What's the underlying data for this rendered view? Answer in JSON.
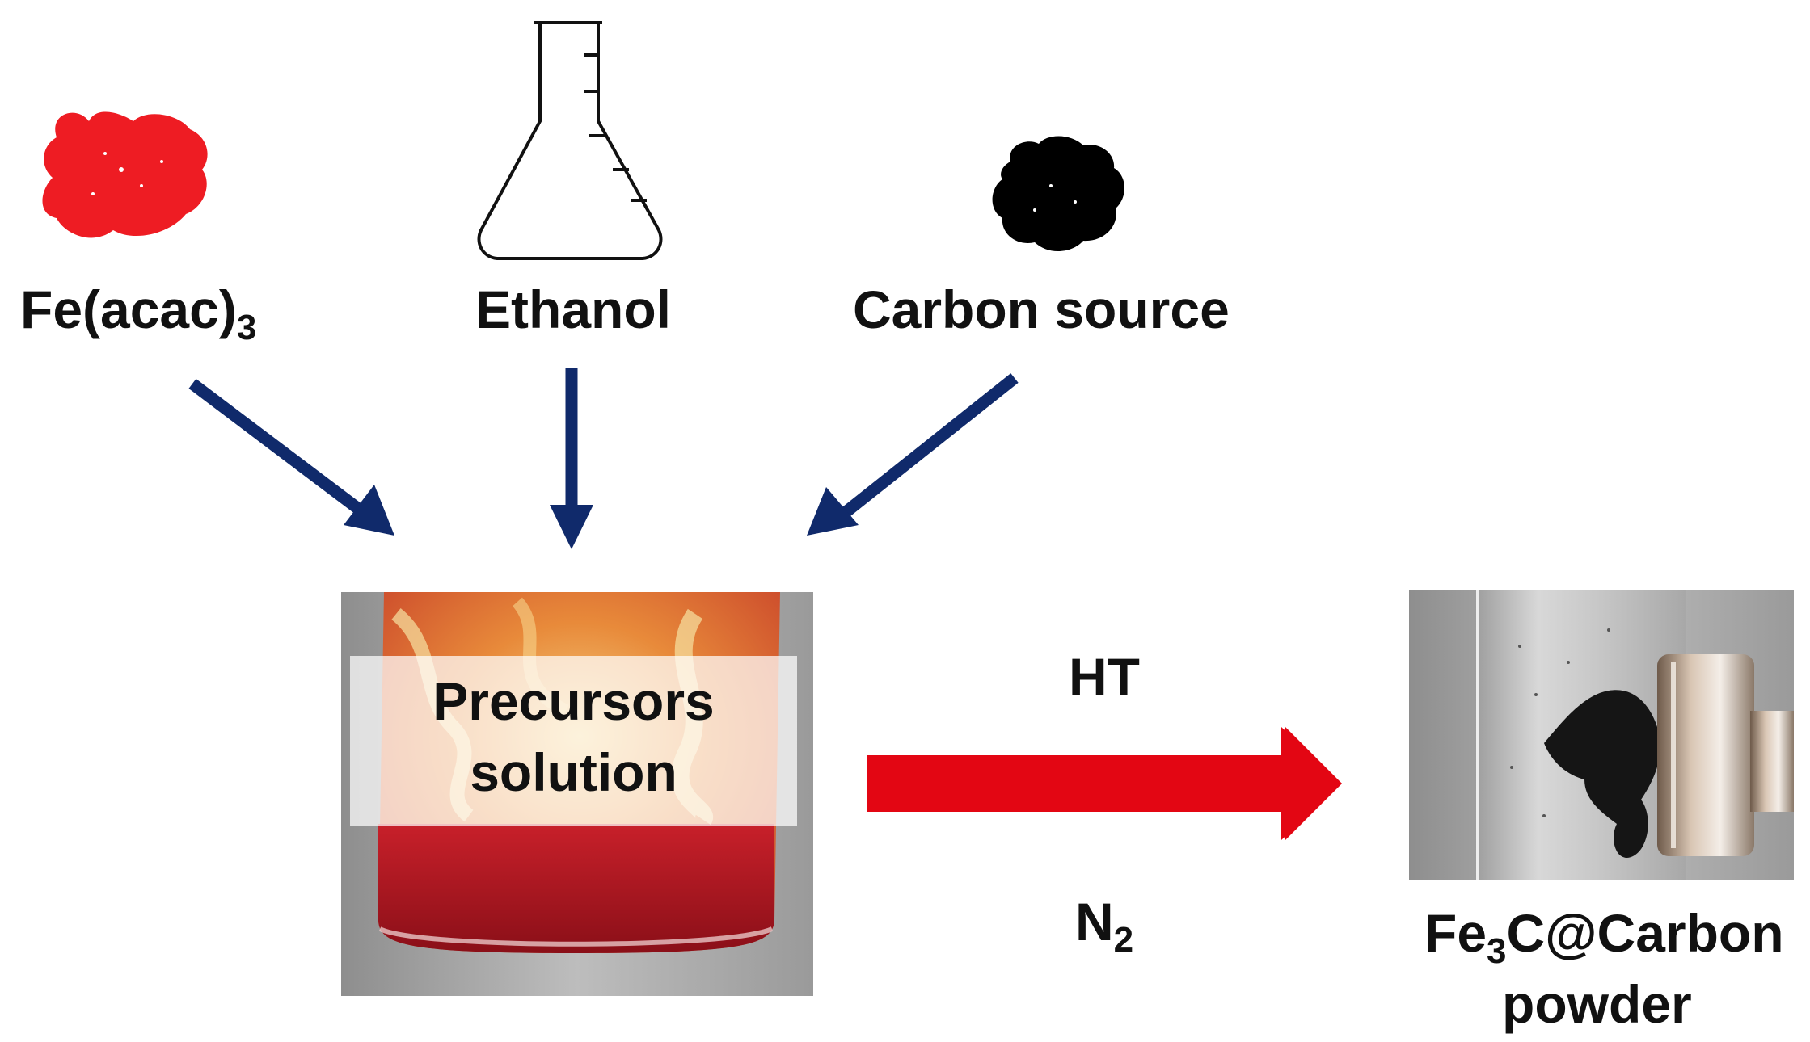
{
  "ingredients": {
    "fe_acac": {
      "text": "Fe(acac)",
      "sub": "3",
      "color": "#ee1c23"
    },
    "ethanol": {
      "text": "Ethanol"
    },
    "carbon_source": {
      "text": "Carbon source",
      "color": "#000000"
    }
  },
  "precursors": {
    "line1": "Precursors",
    "line2": "solution"
  },
  "process": {
    "condition_top": "HT",
    "condition_bottom_text": "N",
    "condition_bottom_sub": "2",
    "arrow_color": "#e30613"
  },
  "product": {
    "line1_pre": "Fe",
    "line1_sub": "3",
    "line1_post": "C@Carbon",
    "line2": "powder"
  },
  "colors": {
    "input_arrow": "#102a6b",
    "reaction_arrow": "#e30613"
  }
}
